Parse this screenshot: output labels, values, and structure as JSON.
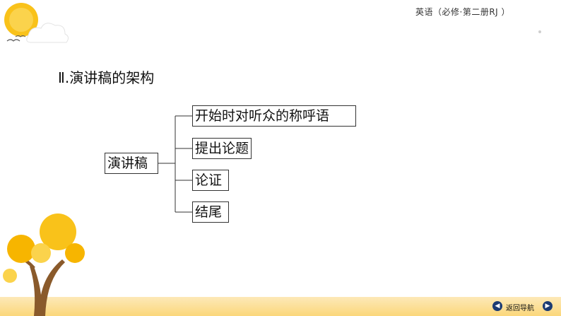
{
  "header": {
    "course_label": "英语（必修·第二册RJ ）"
  },
  "section": {
    "title": "Ⅱ.演讲稿的架构"
  },
  "diagram": {
    "root": "演讲稿",
    "branches": [
      "开始时对听众的称呼语",
      "提出论题",
      "论证",
      "结尾"
    ]
  },
  "footer": {
    "nav_label": "返回导航"
  },
  "colors": {
    "accent": "#f6b800",
    "nav": "#1c3b73",
    "band": "#fbd77a"
  }
}
